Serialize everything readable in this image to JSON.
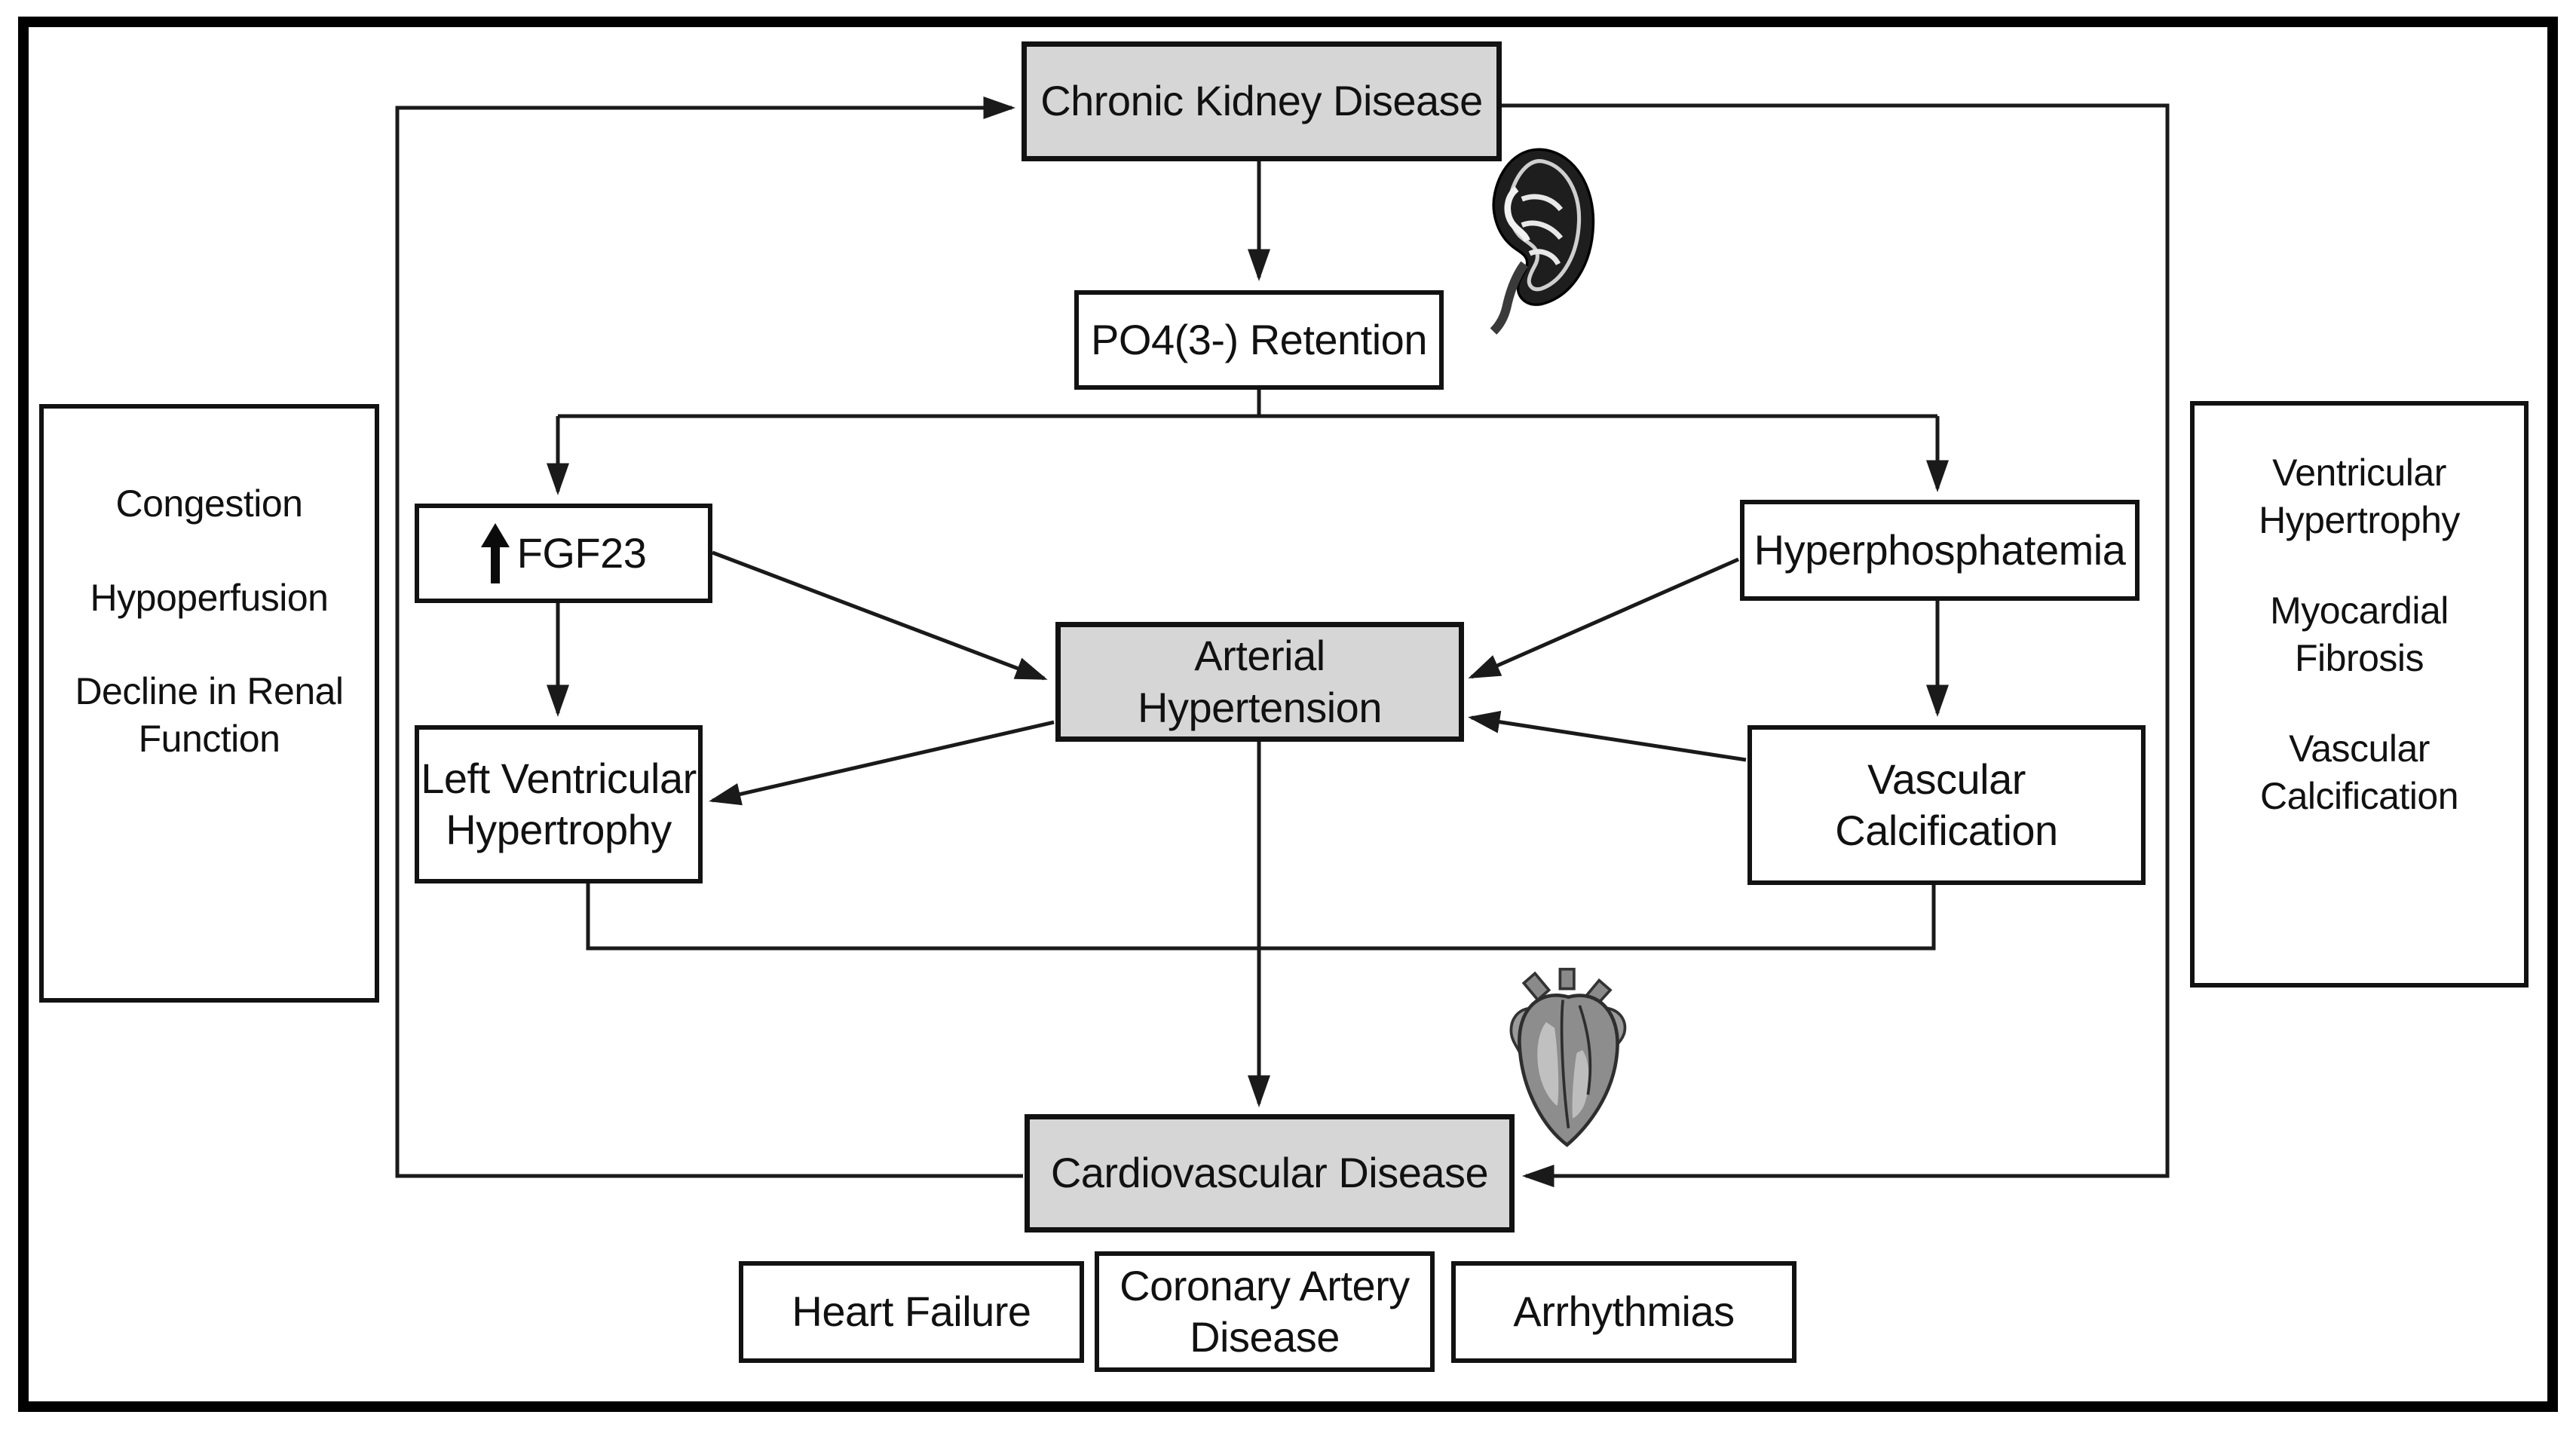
{
  "diagram": {
    "nodes": {
      "ckd": {
        "label": "Chronic Kidney Disease"
      },
      "po4": {
        "label": "PO4(3-) Retention"
      },
      "fgf23": {
        "label": "FGF23",
        "prefix_icon": "up-arrow"
      },
      "hyperphosphatemia": {
        "label": "Hyperphosphatemia"
      },
      "arterial_hypertension": {
        "label": "Arterial\nHypertension"
      },
      "left_ventricular_hypertrophy": {
        "label": "Left Ventricular\nHypertrophy"
      },
      "vascular_calcification": {
        "label": "Vascular\nCalcification"
      },
      "cvd": {
        "label": "Cardiovascular Disease"
      },
      "heart_failure": {
        "label": "Heart Failure"
      },
      "coronary_artery_disease": {
        "label": "Coronary Artery\nDisease"
      },
      "arrhythmias": {
        "label": "Arrhythmias"
      }
    },
    "side_panels": {
      "left": {
        "items": [
          "Congestion",
          "Hypoperfusion",
          "Decline in Renal\nFunction"
        ]
      },
      "right": {
        "items": [
          "Ventricular\nHypertrophy",
          "Myocardial\nFibrosis",
          "Vascular\nCalcification"
        ]
      }
    },
    "icons": {
      "kidney": "kidney-illustration",
      "heart": "heart-illustration",
      "fgf23_prefix": "up-arrow-icon"
    },
    "edges": [
      {
        "from": "Chronic Kidney Disease",
        "to": "PO4(3-) Retention"
      },
      {
        "from": "PO4(3-) Retention",
        "to": "FGF23"
      },
      {
        "from": "PO4(3-) Retention",
        "to": "Hyperphosphatemia"
      },
      {
        "from": "FGF23",
        "to": "Left Ventricular Hypertrophy"
      },
      {
        "from": "FGF23",
        "to": "Arterial Hypertension"
      },
      {
        "from": "Hyperphosphatemia",
        "to": "Vascular Calcification"
      },
      {
        "from": "Hyperphosphatemia",
        "to": "Arterial Hypertension"
      },
      {
        "from": "Vascular Calcification",
        "to": "Arterial Hypertension"
      },
      {
        "from": "Arterial Hypertension",
        "to": "Left Ventricular Hypertrophy"
      },
      {
        "from": "Arterial Hypertension",
        "to": "Cardiovascular Disease"
      },
      {
        "from": "Left Ventricular Hypertrophy",
        "to": "Cardiovascular Disease"
      },
      {
        "from": "Vascular Calcification",
        "to": "Cardiovascular Disease"
      },
      {
        "from": "Cardiovascular Disease",
        "to": "Chronic Kidney Disease"
      },
      {
        "from": "Chronic Kidney Disease",
        "to": "Cardiovascular Disease"
      }
    ],
    "colors": {
      "highlight_fill": "#d6d6d6",
      "box_fill": "#ffffff",
      "line": "#1a1a1a",
      "frame": "#000000",
      "background": "#ffffff"
    }
  }
}
